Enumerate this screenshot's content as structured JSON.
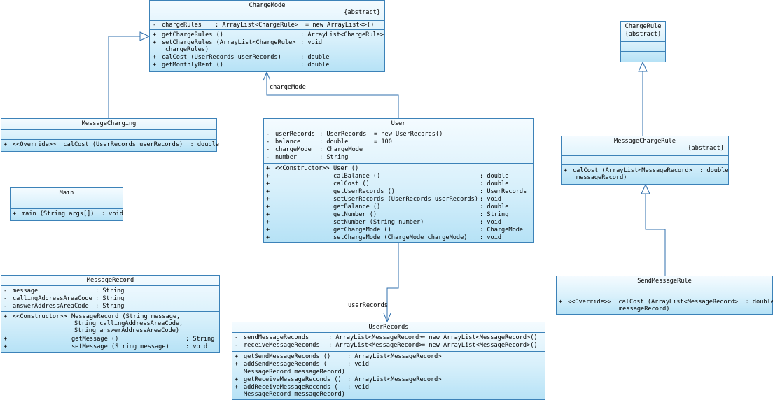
{
  "diagram": {
    "classes": {
      "charge_mode": {
        "name": "ChargeMode",
        "stereotype": "{abstract}",
        "attributes": [
          {
            "vis": "-",
            "name": "chargeRules",
            "type": ": ArrayList<ChargeRule>",
            "init": "= new ArrayList<>()"
          }
        ],
        "operations": [
          {
            "vis": "+",
            "name": "getChargeRules ()",
            "type": ": ArrayList<ChargeRule>"
          },
          {
            "vis": "+",
            "name": "setChargeRules (ArrayList<ChargeRule>",
            "type": ": void",
            "cont": "chargeRules)"
          },
          {
            "vis": "+",
            "name": "calCost (UserRecords userRecords)",
            "type": ": double"
          },
          {
            "vis": "+",
            "name": "getMonthlyRent ()",
            "type": ": double"
          }
        ]
      },
      "message_charging": {
        "name": "MessageCharging",
        "operations": [
          {
            "vis": "+",
            "text": "<<Override>>  calCost (UserRecords userRecords)  : double"
          }
        ]
      },
      "main": {
        "name": "Main",
        "operations": [
          {
            "vis": "+",
            "text": "main (String args[])  : void"
          }
        ]
      },
      "message_record": {
        "name": "MessageRecord",
        "attributes": [
          {
            "vis": "-",
            "name": "message",
            "type": ": String"
          },
          {
            "vis": "-",
            "name": "callingAddressAreaCode",
            "type": ": String"
          },
          {
            "vis": "-",
            "name": "answerAddressAreaCode",
            "type": ": String"
          }
        ],
        "operations": [
          {
            "vis": "+",
            "prefix": "<<Constructor>>",
            "name": "MessageRecord (String message,",
            "cont1": "String callingAddressAreaCode,",
            "cont2": "String answerAddressAreaCode)"
          },
          {
            "vis": "+",
            "name": "getMessage ()",
            "type": ": String"
          },
          {
            "vis": "+",
            "name": "setMessage (String message)",
            "type": ": void"
          }
        ]
      },
      "user": {
        "name": "User",
        "attributes": [
          {
            "vis": "-",
            "name": "userRecords",
            "type": ": UserRecords",
            "init": "= new UserRecords()"
          },
          {
            "vis": "-",
            "name": "balance",
            "type": ": double",
            "init": "= 100"
          },
          {
            "vis": "-",
            "name": "chargeMode",
            "type": ": ChargeMode",
            "init": ""
          },
          {
            "vis": "-",
            "name": "number",
            "type": ": String",
            "init": ""
          }
        ],
        "operations": [
          {
            "vis": "+",
            "prefix": "<<Constructor>>",
            "name": "User ()",
            "type": ""
          },
          {
            "vis": "+",
            "name": "calBalance ()",
            "type": ": double"
          },
          {
            "vis": "+",
            "name": "calCost ()",
            "type": ": double"
          },
          {
            "vis": "+",
            "name": "getUserRecords ()",
            "type": ": UserRecords"
          },
          {
            "vis": "+",
            "name": "setUserRecords (UserRecords userRecords)",
            "type": ": void"
          },
          {
            "vis": "+",
            "name": "getBalance ()",
            "type": ": double"
          },
          {
            "vis": "+",
            "name": "getNumber ()",
            "type": ": String"
          },
          {
            "vis": "+",
            "name": "setNumber (String number)",
            "type": ": void"
          },
          {
            "vis": "+",
            "name": "getChargeMode ()",
            "type": ": ChargeMode"
          },
          {
            "vis": "+",
            "name": "setChargeMode (ChargeMode chargeMode)",
            "type": ": void"
          }
        ]
      },
      "user_records": {
        "name": "UserRecords",
        "attributes": [
          {
            "vis": "-",
            "name": "sendMessageReconds",
            "type": ": ArrayList<MessageRecord>",
            "init": "= new ArrayList<MessageRecord>()"
          },
          {
            "vis": "-",
            "name": "receiveMessageReconds",
            "type": ": ArrayList<MessageRecord>",
            "init": "= new ArrayList<MessageRecord>()"
          }
        ],
        "operations": [
          {
            "vis": "+",
            "name": "getSendMessageReconds ()",
            "type": ": ArrayList<MessageRecord>"
          },
          {
            "vis": "+",
            "name": "addSendMessageReconds (",
            "type": ": void",
            "cont": "MessageRecord messageRecord)"
          },
          {
            "vis": "+",
            "name": "getReceiveMessageReconds ()",
            "type": ": ArrayList<MessageRecord>"
          },
          {
            "vis": "+",
            "name": "addReceiveMessageReconds (",
            "type": ": void",
            "cont": "MessageRecord messageRecord)"
          }
        ]
      },
      "charge_rule": {
        "name": "ChargeRule",
        "stereotype": "{abstract}"
      },
      "message_charge_rule": {
        "name": "MessageChargeRule",
        "stereotype": "{abstract}",
        "operations": [
          {
            "vis": "+",
            "text": "calCost (ArrayList<MessageRecord>  : double",
            "cont": "messageRecord)"
          }
        ]
      },
      "send_message_rule": {
        "name": "SendMessageRule",
        "operations": [
          {
            "vis": "+",
            "text": "<<Override>>  calCost (ArrayList<MessageRecord>  : double",
            "cont": "messageRecord)"
          }
        ]
      }
    },
    "associations": {
      "charge_mode_label": "chargeMode",
      "user_records_label": "userRecords"
    }
  }
}
